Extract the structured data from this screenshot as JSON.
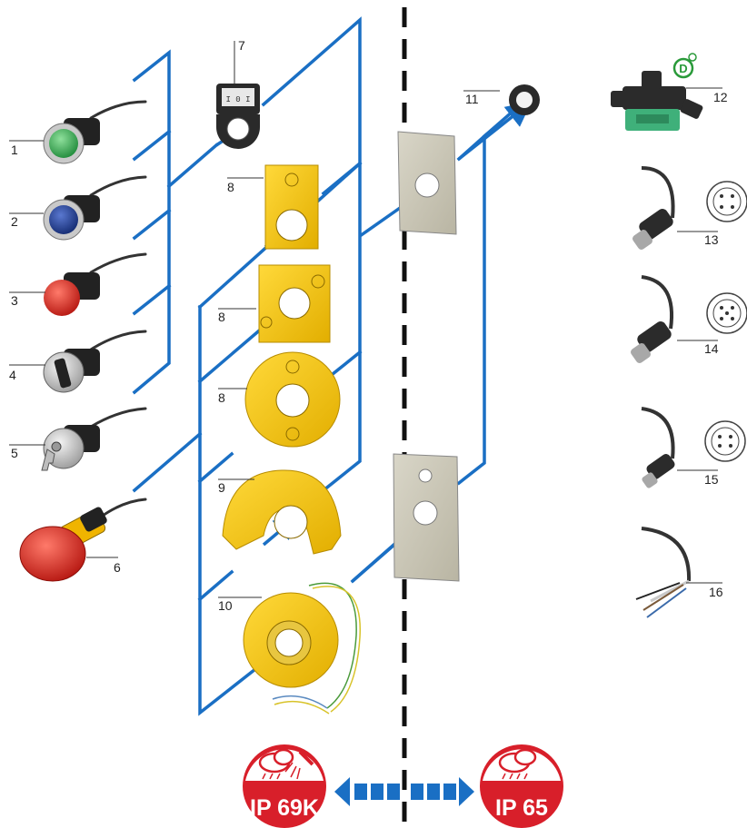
{
  "callouts": [
    {
      "id": "1",
      "text": "1"
    },
    {
      "id": "2",
      "text": "2"
    },
    {
      "id": "3",
      "text": "3"
    },
    {
      "id": "4",
      "text": "4"
    },
    {
      "id": "5",
      "text": "5"
    },
    {
      "id": "6",
      "text": "6"
    },
    {
      "id": "7",
      "text": "7"
    },
    {
      "id": "8a",
      "text": "8"
    },
    {
      "id": "8b",
      "text": "8"
    },
    {
      "id": "8c",
      "text": "8"
    },
    {
      "id": "9",
      "text": "9"
    },
    {
      "id": "10",
      "text": "10"
    },
    {
      "id": "11",
      "text": "11"
    },
    {
      "id": "12",
      "text": "12"
    },
    {
      "id": "13",
      "text": "13"
    },
    {
      "id": "14",
      "text": "14"
    },
    {
      "id": "15",
      "text": "15"
    },
    {
      "id": "16",
      "text": "16"
    }
  ],
  "badges": {
    "left": "IP 69K",
    "right": "IP 65"
  },
  "legend_plate": {
    "text": "I 0 I"
  },
  "colors": {
    "connector_blue": "#1a6fc4",
    "badge_red": "#d81f2a",
    "yellow": "#f2c200",
    "green_button": "#2fa84a",
    "blue_button": "#1b3a8c",
    "red_button": "#e0261d",
    "divider": "#111111"
  },
  "icons": [
    "arrow-icon",
    "rain-cloud-icon",
    "water-jet-icon",
    "double-arrow-icon",
    "din-mark-icon"
  ]
}
